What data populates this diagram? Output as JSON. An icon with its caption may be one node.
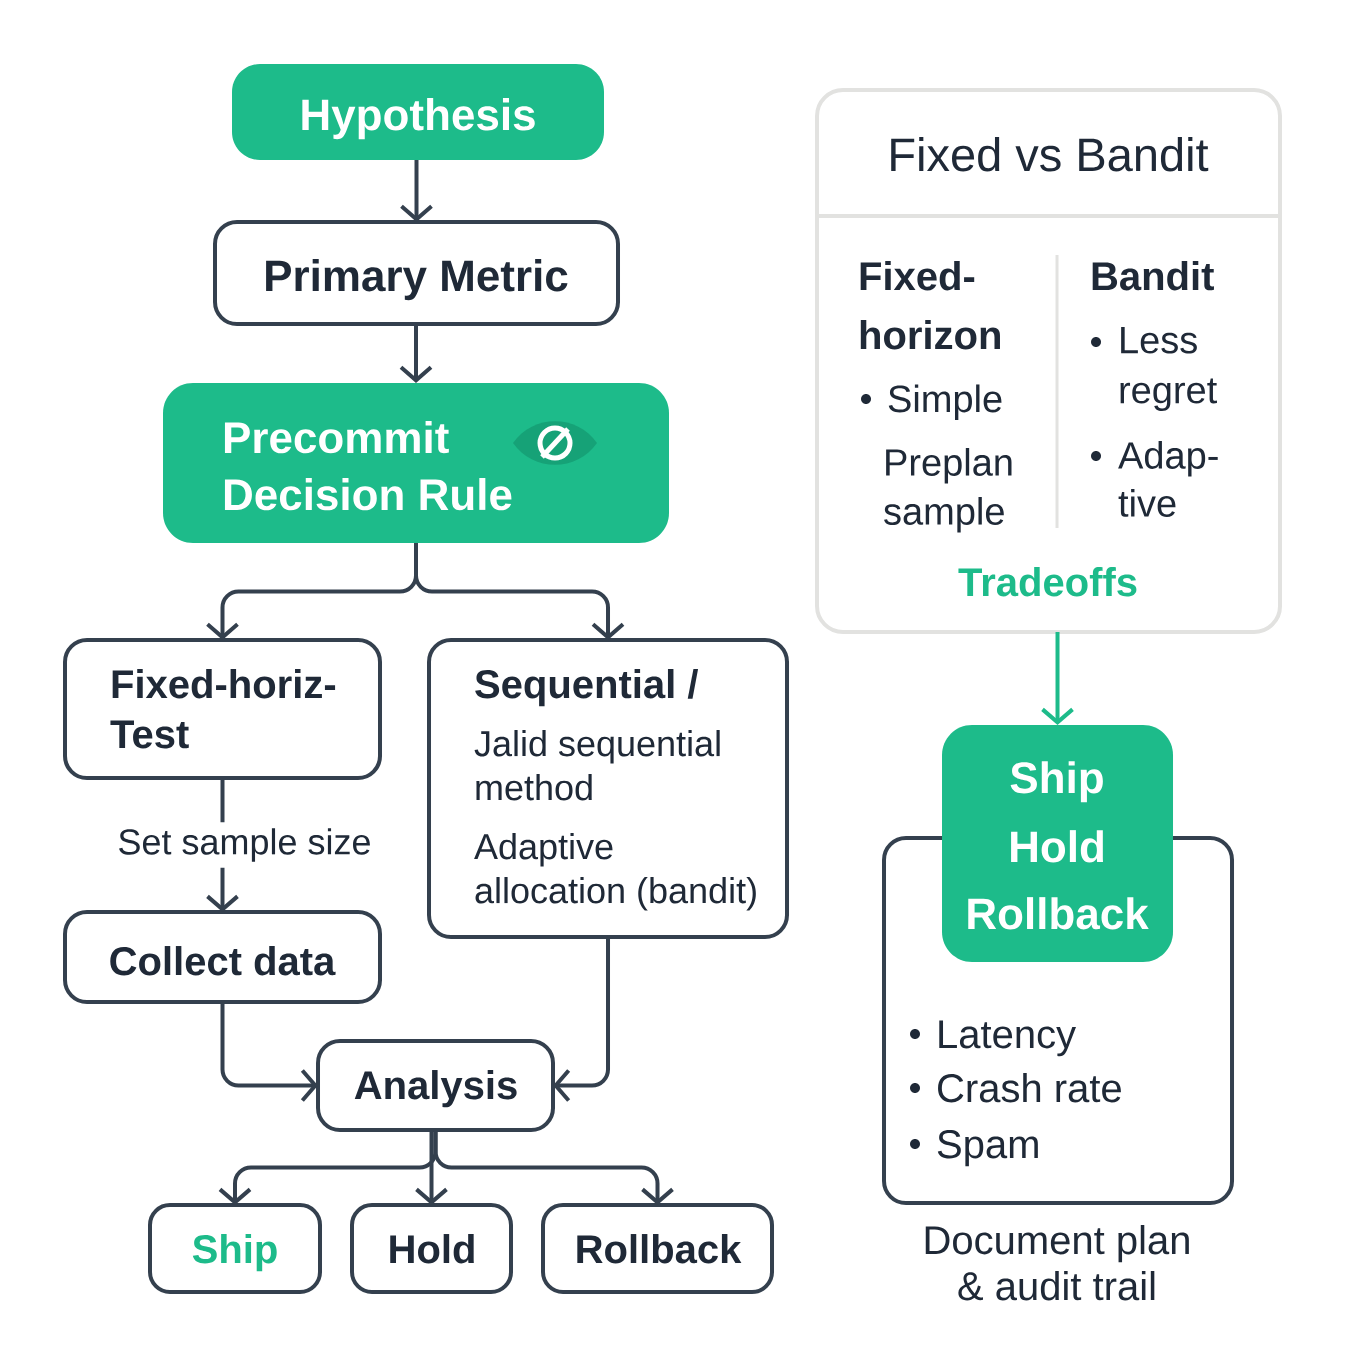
{
  "diagram": {
    "nodes": [
      {
        "text": [
          "Hypothesis"
        ]
      },
      {
        "text": [
          "Primary Metric"
        ]
      },
      {
        "text": [
          "Precommit Decision Rule"
        ]
      },
      {
        "text": [
          "Fixed-horiz- Test"
        ]
      },
      {
        "text": [
          "Sequential /",
          "Jalid sequential method",
          "Adaptive allocation (bandit)"
        ]
      },
      {
        "text": [
          "Collect data"
        ]
      },
      {
        "text": [
          "Analysis"
        ]
      },
      {
        "text": [
          "Ship"
        ]
      },
      {
        "text": [
          "Hold"
        ]
      },
      {
        "text": [
          "Rollback"
        ]
      },
      {
        "text": [
          "Fixed vs Bandit",
          "Fixed- horizon",
          "Simple",
          "Preplan sample",
          "Bandit",
          "Less regret",
          "Adap- tive",
          "Tradeoffs"
        ]
      },
      {
        "text": [
          "Ship",
          "Hold",
          "Rollback"
        ]
      },
      {
        "text": [
          "Latency",
          "Crash rate",
          "Spam"
        ],
        "beside": [
          "Document plan & audit trail"
        ]
      }
    ],
    "edges": [
      {
        "from": 0,
        "to": 1,
        "arrow": "to"
      },
      {
        "from": 1,
        "to": 2,
        "arrow": "to"
      },
      {
        "from": 2,
        "to": 3,
        "arrow": "to"
      },
      {
        "from": 2,
        "to": 4,
        "arrow": "to"
      },
      {
        "from": 3,
        "to": 5,
        "arrow": "to",
        "label": "Set sample size"
      },
      {
        "from": 5,
        "to": 6,
        "arrow": "to"
      },
      {
        "from": 4,
        "to": 6,
        "arrow": "to"
      },
      {
        "from": 6,
        "to": 7,
        "arrow": "to"
      },
      {
        "from": 6,
        "to": 8,
        "arrow": "to"
      },
      {
        "from": 6,
        "to": 9,
        "arrow": "to"
      },
      {
        "from": 10,
        "to": 11,
        "arrow": "to",
        "color": "#1dbb8a"
      }
    ]
  }
}
